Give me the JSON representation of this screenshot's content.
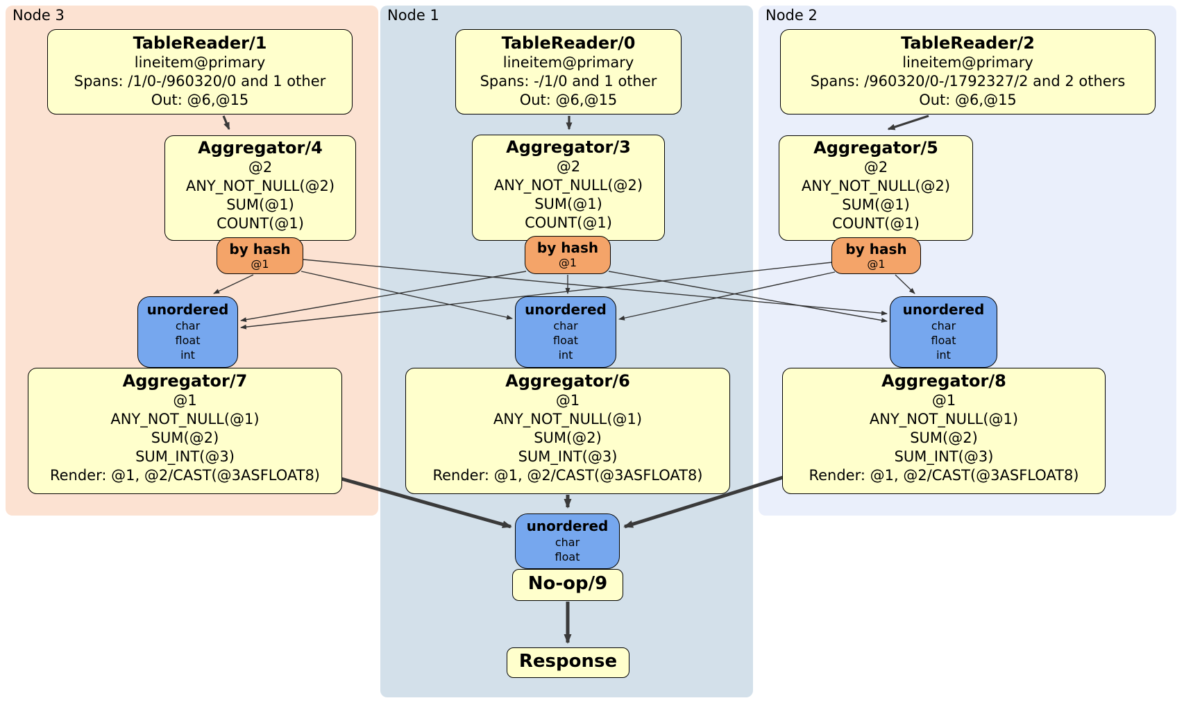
{
  "panels": {
    "node3": {
      "label": "Node 3"
    },
    "node1": {
      "label": "Node 1"
    },
    "node2": {
      "label": "Node 2"
    }
  },
  "nodes": {
    "tr1": {
      "title": "TableReader/1",
      "lines": [
        "lineitem@primary",
        "Spans: /1/0-/960320/0 and 1 other",
        "Out: @6,@15"
      ]
    },
    "tr0": {
      "title": "TableReader/0",
      "lines": [
        "lineitem@primary",
        "Spans: -/1/0 and 1 other",
        "Out: @6,@15"
      ]
    },
    "tr2": {
      "title": "TableReader/2",
      "lines": [
        "lineitem@primary",
        "Spans: /960320/0-/1792327/2 and 2 others",
        "Out: @6,@15"
      ]
    },
    "agg4": {
      "title": "Aggregator/4",
      "lines": [
        "@2",
        "ANY_NOT_NULL(@2)",
        "SUM(@1)",
        "COUNT(@1)"
      ]
    },
    "agg3": {
      "title": "Aggregator/3",
      "lines": [
        "@2",
        "ANY_NOT_NULL(@2)",
        "SUM(@1)",
        "COUNT(@1)"
      ]
    },
    "agg5": {
      "title": "Aggregator/5",
      "lines": [
        "@2",
        "ANY_NOT_NULL(@2)",
        "SUM(@1)",
        "COUNT(@1)"
      ]
    },
    "hash4": {
      "title": "by hash",
      "lines": [
        "@1"
      ]
    },
    "hash3": {
      "title": "by hash",
      "lines": [
        "@1"
      ]
    },
    "hash5": {
      "title": "by hash",
      "lines": [
        "@1"
      ]
    },
    "sync7": {
      "title": "unordered",
      "lines": [
        "char",
        "float",
        "int"
      ]
    },
    "sync6": {
      "title": "unordered",
      "lines": [
        "char",
        "float",
        "int"
      ]
    },
    "sync8": {
      "title": "unordered",
      "lines": [
        "char",
        "float",
        "int"
      ]
    },
    "agg7": {
      "title": "Aggregator/7",
      "lines": [
        "@1",
        "ANY_NOT_NULL(@1)",
        "SUM(@2)",
        "SUM_INT(@3)",
        "Render: @1, @2/CAST(@3ASFLOAT8)"
      ]
    },
    "agg6": {
      "title": "Aggregator/6",
      "lines": [
        "@1",
        "ANY_NOT_NULL(@1)",
        "SUM(@2)",
        "SUM_INT(@3)",
        "Render: @1, @2/CAST(@3ASFLOAT8)"
      ]
    },
    "agg8": {
      "title": "Aggregator/8",
      "lines": [
        "@1",
        "ANY_NOT_NULL(@1)",
        "SUM(@2)",
        "SUM_INT(@3)",
        "Render: @1, @2/CAST(@3ASFLOAT8)"
      ]
    },
    "sync9": {
      "title": "unordered",
      "lines": [
        "char",
        "float"
      ]
    },
    "noop9": {
      "title": "No-op/9"
    },
    "response": {
      "title": "Response"
    }
  },
  "colors": {
    "panel_node3": "#fce2d2",
    "panel_node1": "#d3e0ea",
    "panel_node2": "#eaeffb",
    "process_box_fill": "#ffffcc",
    "hash_router_fill": "#f4a469",
    "unordered_sync_fill": "#76a7ee",
    "edge": "#3a3a3a"
  }
}
